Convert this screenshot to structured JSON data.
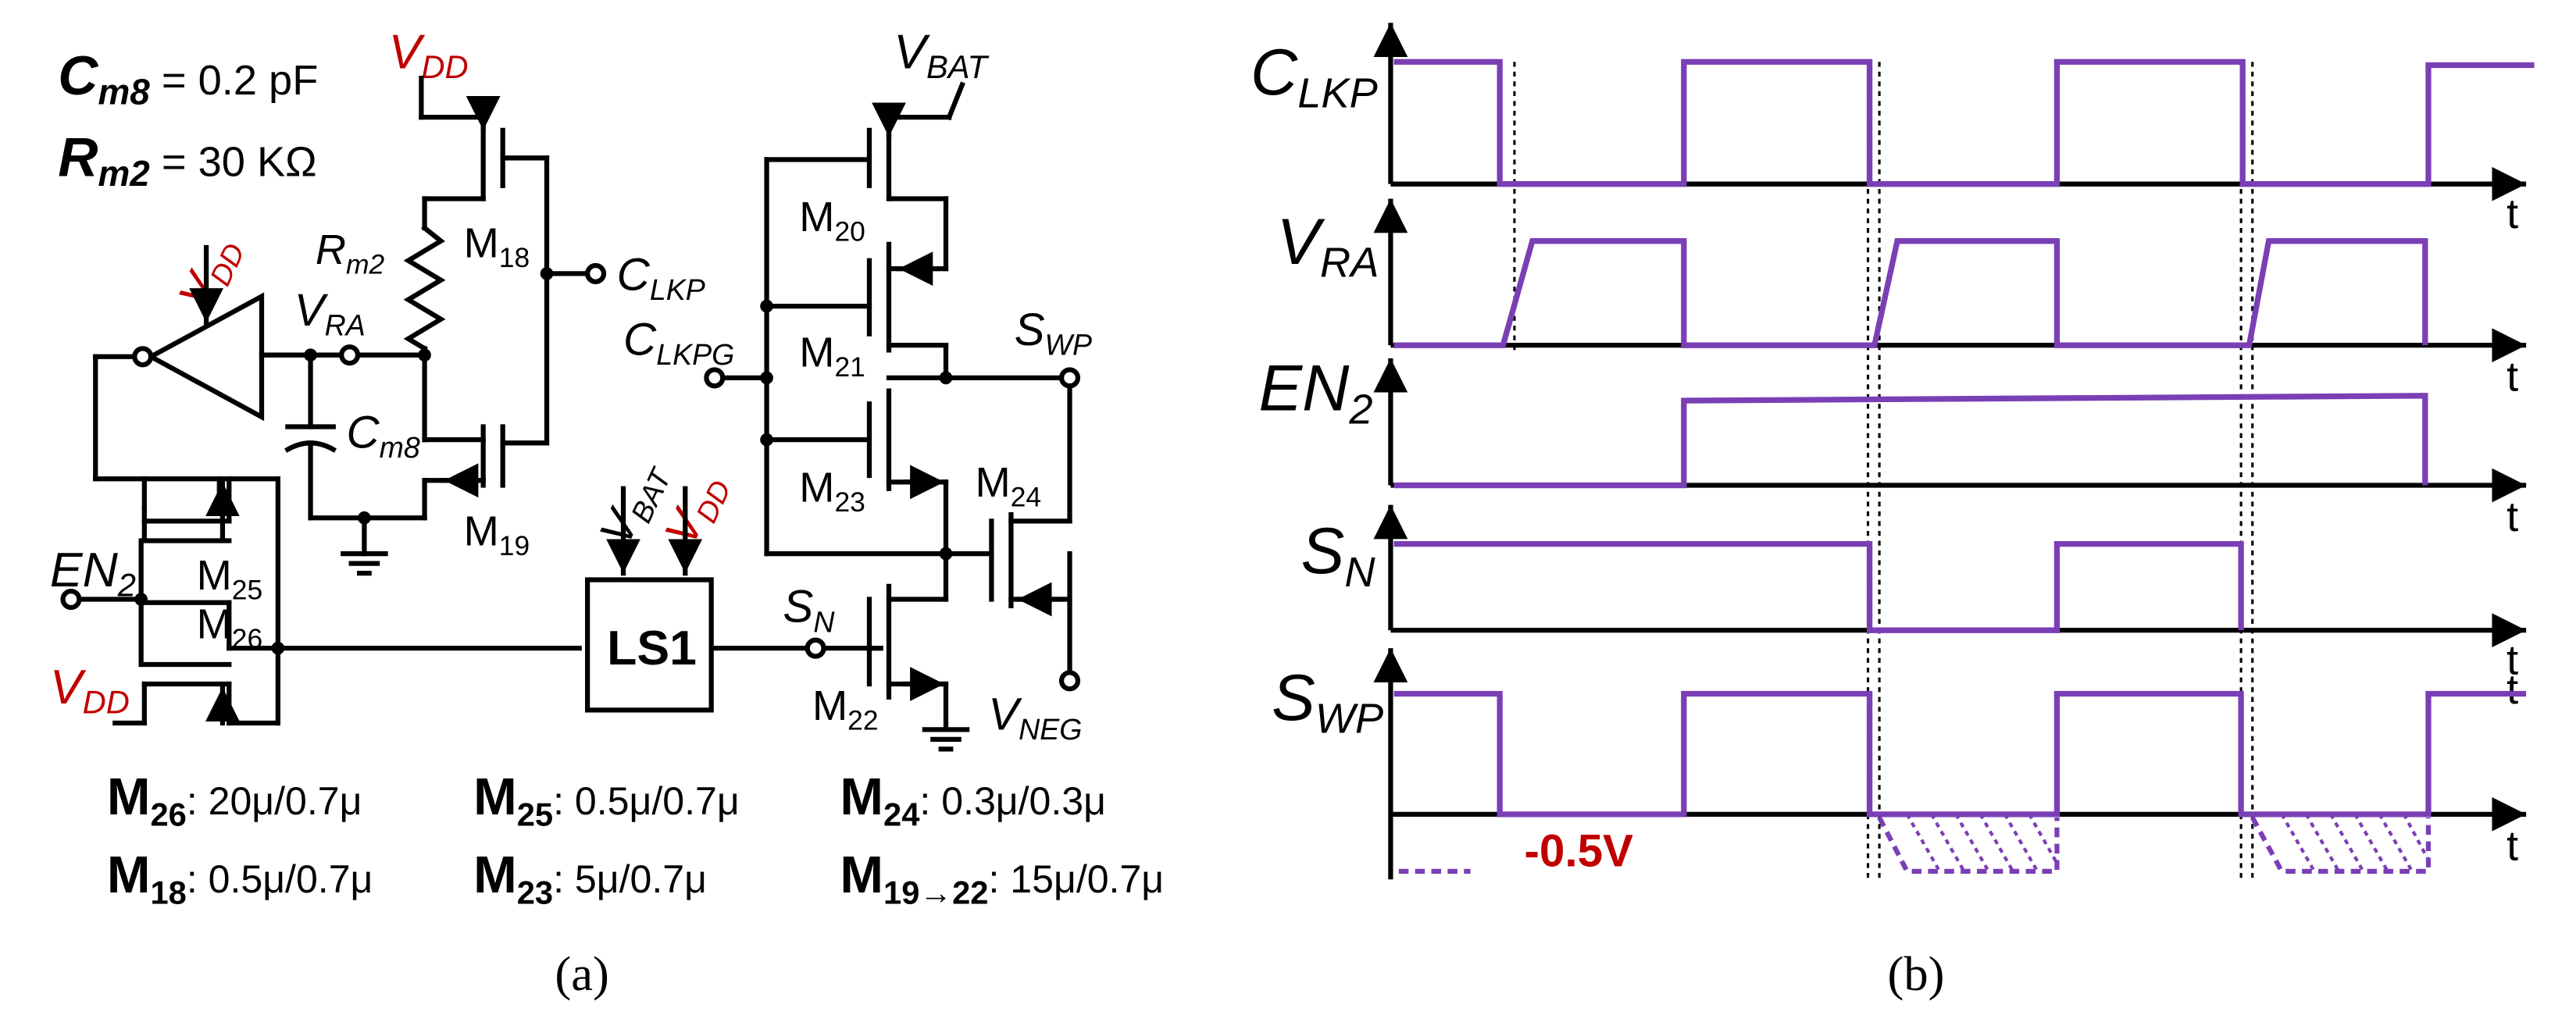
{
  "colors": {
    "line": "#000000",
    "supply_label": "#c00000",
    "waveform": "#7a3fb5",
    "annotation_red": "#c00000"
  },
  "panel_a": {
    "caption": "(a)",
    "params": {
      "cm8": {
        "sym": "C",
        "sub": "m8",
        "value": " = 0.2 pF"
      },
      "rm2": {
        "sym": "R",
        "sub": "m2",
        "value": " = 30 KΩ"
      }
    },
    "labels": {
      "vdd_top": {
        "sym": "V",
        "sub": "DD"
      },
      "vdd_amp": {
        "sym": "V",
        "sub": "DD"
      },
      "vdd_ls": {
        "sym": "V",
        "sub": "DD"
      },
      "vdd_bottom": {
        "sym": "V",
        "sub": "DD"
      },
      "vbat_top": {
        "sym": "V",
        "sub": "BAT"
      },
      "vbat_ls": {
        "sym": "V",
        "sub": "BAT"
      },
      "vra": {
        "sym": "V",
        "sub": "RA"
      },
      "rm2": {
        "sym": "R",
        "sub": "m2"
      },
      "cm8": {
        "sym": "C",
        "sub": "m8"
      },
      "clkp": {
        "sym": "C",
        "sub": "LKP"
      },
      "clkpg": {
        "sym": "C",
        "sub": "LKPG"
      },
      "swp": {
        "sym": "S",
        "sub": "WP"
      },
      "sn": {
        "sym": "S",
        "sub": "N"
      },
      "vneg": {
        "sym": "V",
        "sub": "NEG"
      },
      "en2": {
        "sym": "EN",
        "sub": "2"
      },
      "ls1": "LS1",
      "m18": {
        "sym": "M",
        "sub": "18"
      },
      "m19": {
        "sym": "M",
        "sub": "19"
      },
      "m20": {
        "sym": "M",
        "sub": "20"
      },
      "m21": {
        "sym": "M",
        "sub": "21"
      },
      "m22": {
        "sym": "M",
        "sub": "22"
      },
      "m23": {
        "sym": "M",
        "sub": "23"
      },
      "m24": {
        "sym": "M",
        "sub": "24"
      },
      "m25": {
        "sym": "M",
        "sub": "25"
      },
      "m26": {
        "sym": "M",
        "sub": "26"
      }
    },
    "sizes": [
      {
        "sym": "M",
        "sub": "26",
        "value": ": 20μ/0.7μ"
      },
      {
        "sym": "M",
        "sub": "25",
        "value": ": 0.5μ/0.7μ"
      },
      {
        "sym": "M",
        "sub": "24",
        "value": ": 0.3μ/0.3μ"
      },
      {
        "sym": "M",
        "sub": "18",
        "value": ": 0.5μ/0.7μ"
      },
      {
        "sym": "M",
        "sub": "23",
        "value": ": 5μ/0.7μ"
      },
      {
        "sym": "M",
        "sub": "19→22",
        "value": ": 15μ/0.7μ"
      }
    ]
  },
  "panel_b": {
    "caption": "(b)",
    "time_label": "t",
    "annotation": "-0.5V",
    "rows": [
      {
        "sym": "C",
        "sub": "LKP"
      },
      {
        "sym": "V",
        "sub": "RA"
      },
      {
        "sym": "EN",
        "sub": "2"
      },
      {
        "sym": "S",
        "sub": "N"
      },
      {
        "sym": "S",
        "sub": "WP"
      }
    ]
  }
}
